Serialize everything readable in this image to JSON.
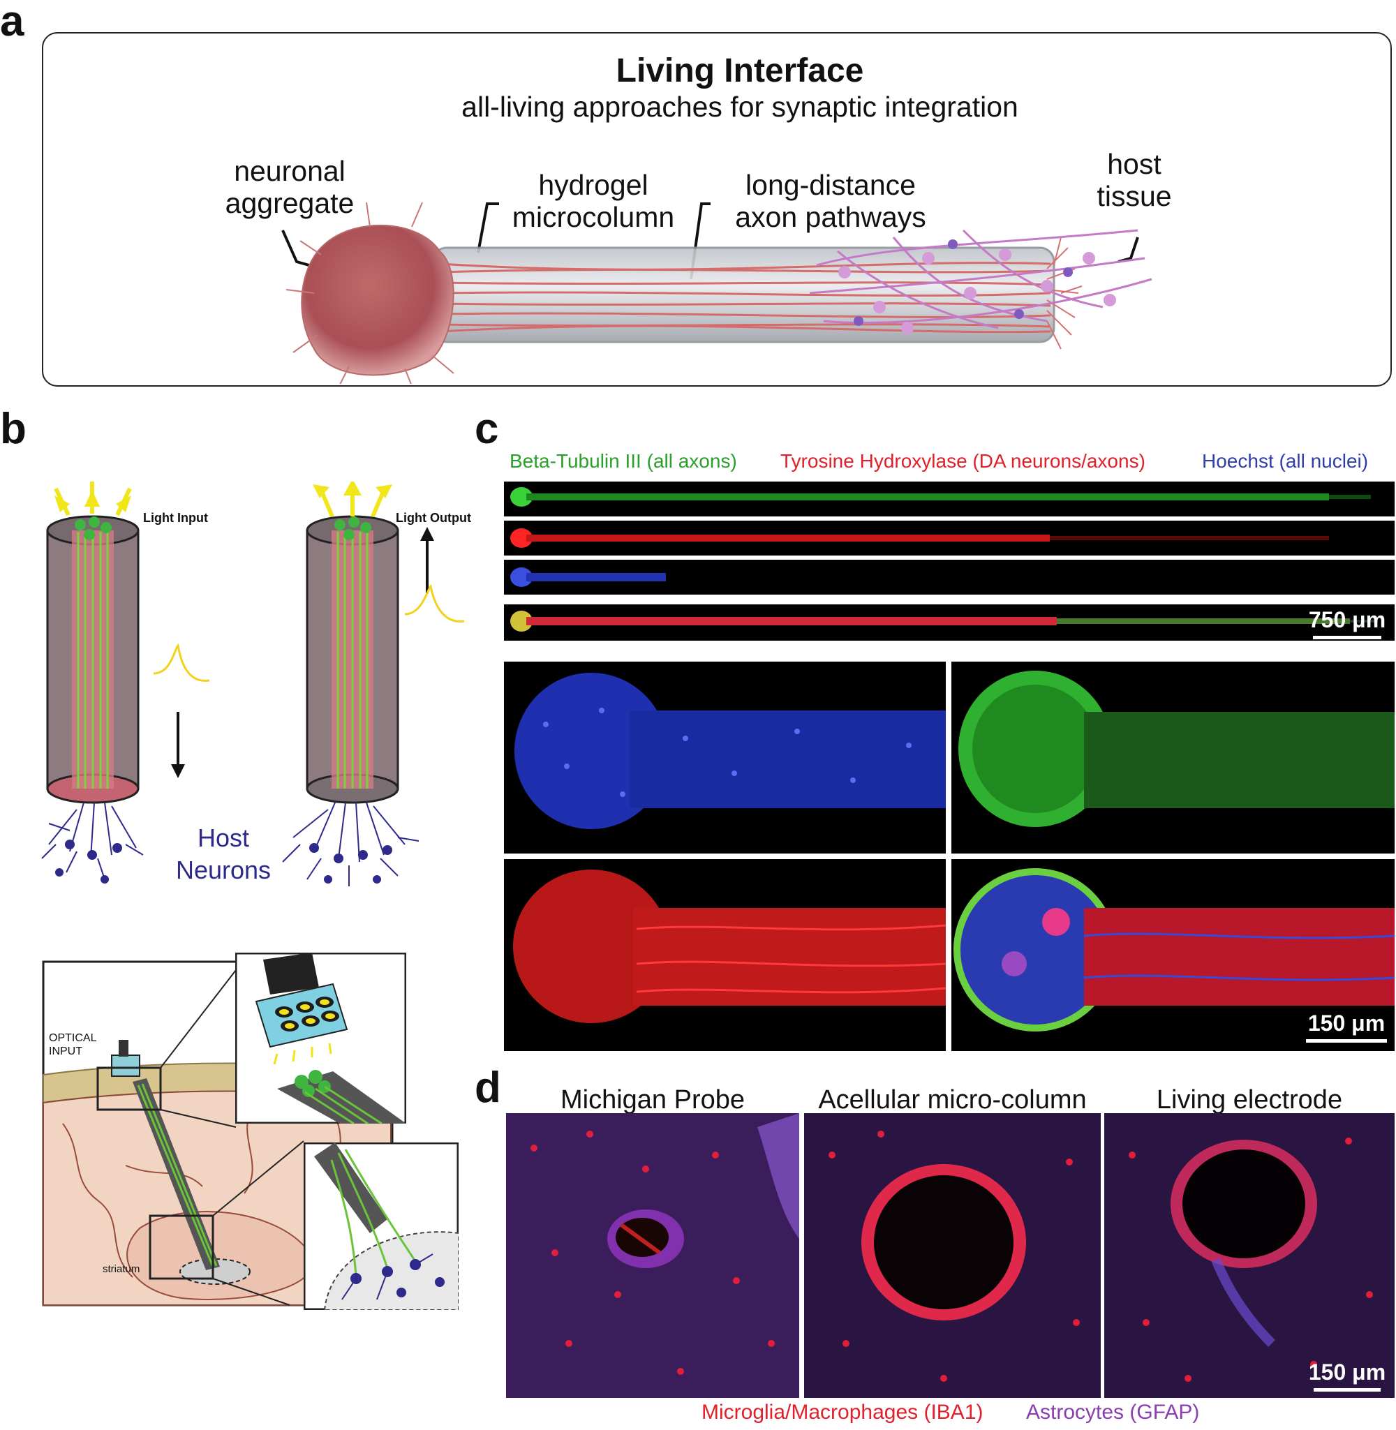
{
  "panels": {
    "a": "a",
    "b": "b",
    "c": "c",
    "d": "d"
  },
  "panel_a": {
    "title": "Living Interface",
    "subtitle": "all-living approaches for synaptic integration",
    "labels": {
      "aggregate_l1": "neuronal",
      "aggregate_l2": "aggregate",
      "hydrogel_l1": "hydrogel",
      "hydrogel_l2": "microcolumn",
      "axon_l1": "long-distance",
      "axon_l2": "axon pathways",
      "host_l1": "host",
      "host_l2": "tissue"
    }
  },
  "panel_b": {
    "light_input": "Light Input",
    "light_output": "Light Output",
    "host_l1": "Host",
    "host_l2": "Neurons",
    "optical_l1": "OPTICAL",
    "optical_l2": "INPUT",
    "striatum": "striatum"
  },
  "panel_c": {
    "channels": {
      "green": "Beta-Tubulin III (all axons)",
      "red": "Tyrosine Hydroxylase (DA neurons/axons)",
      "blue": "Hoechst (all nuclei)"
    },
    "scale_top": "750 μm",
    "scale_bottom": "150 μm"
  },
  "panel_d": {
    "titles": [
      "Michigan Probe",
      "Acellular micro-column",
      "Living electrode"
    ],
    "scale": "150 μm",
    "legend_red": "Microglia/Macrophages (IBA1)",
    "legend_purple": "Astrocytes (GFAP)"
  },
  "colors": {
    "green": "#2aa02a",
    "red": "#e0202a",
    "blue": "#2f3fa8",
    "purple": "#8a3fb0",
    "host_blue": "#2e2a8c",
    "yellow": "#f2d21c"
  }
}
